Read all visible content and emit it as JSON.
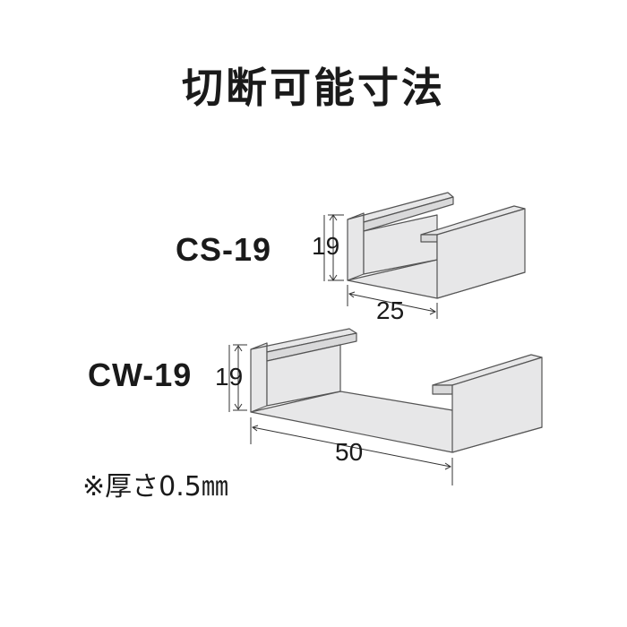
{
  "title": "切断可能寸法",
  "channels": [
    {
      "model": "CS-19",
      "height": "19",
      "width": "25"
    },
    {
      "model": "CW-19",
      "height": "19",
      "width": "50"
    }
  ],
  "note": "※厚さ0.5㎜",
  "colors": {
    "face": "#e7e7e8",
    "edge": "#555555",
    "shade": "#d9d9da",
    "text": "#1a1a1a"
  }
}
